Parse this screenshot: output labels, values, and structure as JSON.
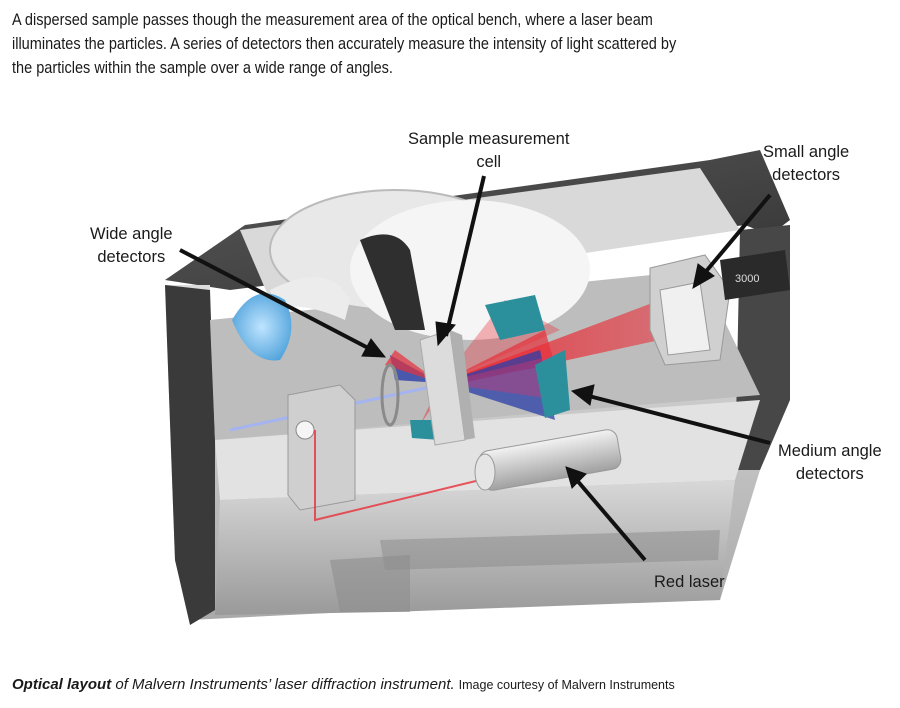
{
  "intro": {
    "lines": [
      "A dispersed sample passes though the measurement area of the optical bench, where a laser beam",
      "illuminates the particles. A series of detectors then accurately measure the intensity of light scattered by",
      "the particles within the sample over a wide range of angles."
    ]
  },
  "labels": {
    "sample_cell": [
      "Sample measurement",
      "cell"
    ],
    "small_angle": [
      "Small angle",
      "detectors"
    ],
    "wide_angle": [
      "Wide angle",
      "detectors"
    ],
    "medium_angle": [
      "Medium angle",
      "detectors"
    ],
    "red_laser": "Red laser"
  },
  "instrument_badge": "3000",
  "caption": {
    "bold": "Optical layout",
    "italic": " of Malvern Instruments’ laser diffraction instrument.",
    "credit": "Image courtesy of Malvern Instruments"
  },
  "colors": {
    "laser_red": "#e8303a",
    "scatter_blue": "#2a3fa8",
    "detector_teal": "#2b8f9c",
    "body_gray": "#cfcfcf"
  }
}
